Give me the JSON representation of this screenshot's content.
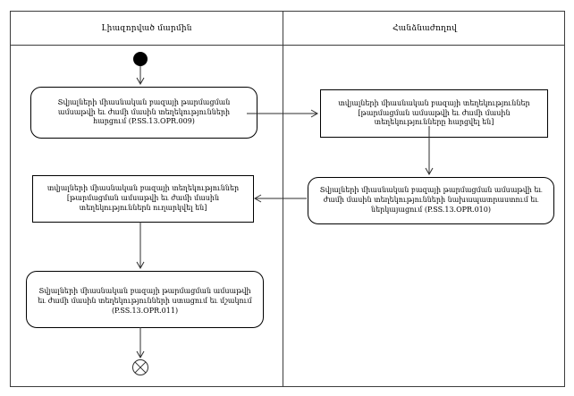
{
  "diagram": {
    "kind": "uml-activity-swimlane",
    "lanes": [
      {
        "title": "Լիազորված մարմին"
      },
      {
        "title": "Հանձնաժողով"
      }
    ],
    "nodes": [
      {
        "type": "action",
        "lane": 0,
        "text": "Տվյալների միասնական բազայի թարմացման ամսաթվի եւ ժամի մասին տեղեկությունների հարցում (P.SS.13.OPR.009)"
      },
      {
        "type": "object",
        "lane": 1,
        "text": "տվյալների միասնական բազայի տեղեկություններ [թարմացման ամսաթվի եւ ժամի մասին տեղեկությունները հարցվել են]"
      },
      {
        "type": "action",
        "lane": 1,
        "text": "Տվյալների միասնական բազայի թարմացման ամսաթվի եւ ժամի մասին տեղեկությունների նախապատրաստում եւ ներկայացում (P.SS.13.OPR.010)"
      },
      {
        "type": "object",
        "lane": 0,
        "text": "տվյալների միասնական բազայի տեղեկություններ [թարմացման ամսաթվի եւ ժամի մասին տեղեկություններն ուղարկվել են]"
      },
      {
        "type": "action",
        "lane": 0,
        "text": "Տվյալների միասնական բազայի թարմացման ամսաթվի եւ ժամի մասին տեղեկությունների ստացում եւ մշակում (P.SS.13.OPR.011)"
      }
    ],
    "edges": [
      "start -> node0",
      "node0 -> node1",
      "node1 -> node2",
      "node2 -> node3",
      "node3 -> node4",
      "node4 -> end"
    ],
    "colors": {
      "line": "#2e2e2e",
      "node_border": "#000000",
      "background": "#ffffff"
    }
  }
}
